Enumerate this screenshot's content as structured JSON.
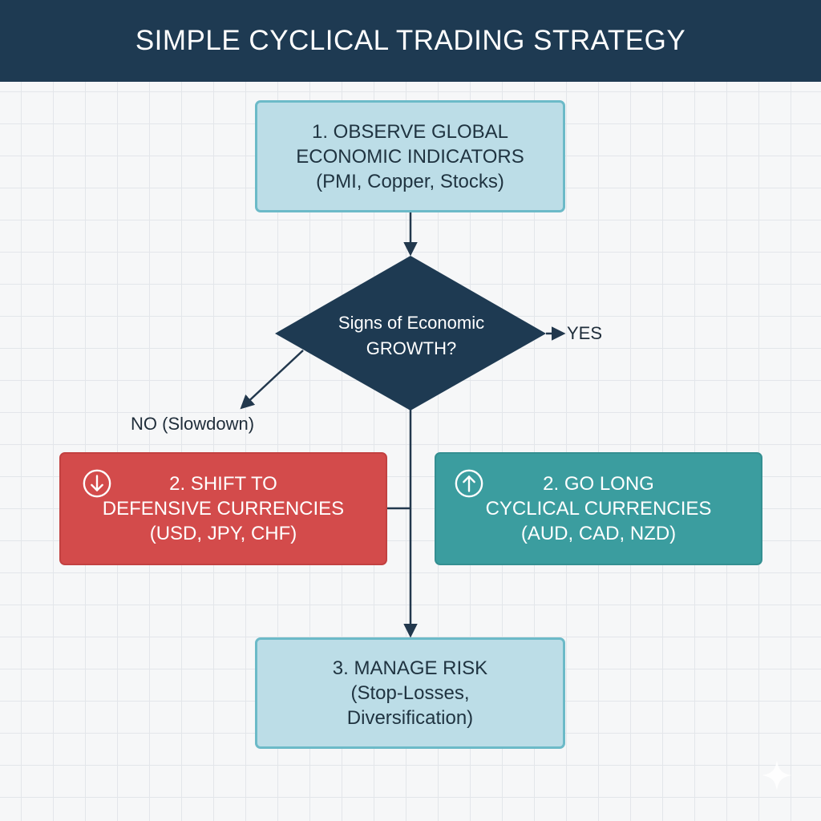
{
  "title": "SIMPLE CYCLICAL TRADING STRATEGY",
  "colors": {
    "header": "#1e3a52",
    "decision": "#1e3a52",
    "light_box_fill": "#bcdde7",
    "light_box_border": "#6cbac8",
    "defensive": "#d34b4b",
    "cyclical": "#3b9d9f",
    "connector": "#22384d"
  },
  "steps": {
    "observe": {
      "lines": [
        "1. OBSERVE GLOBAL",
        "ECONOMIC INDICATORS",
        "(PMI, Copper, Stocks)"
      ]
    },
    "decision": {
      "lines": [
        "Signs of Economic",
        "GROWTH?"
      ],
      "yes_label": "YES",
      "no_label": "NO (Slowdown)"
    },
    "defensive": {
      "icon": "arrow-down-circle-icon",
      "lines": [
        "2. SHIFT TO",
        "DEFENSIVE CURRENCIES",
        "(USD, JPY, CHF)"
      ]
    },
    "cyclical": {
      "icon": "arrow-up-circle-icon",
      "lines": [
        "2. GO LONG",
        "CYCLICAL CURRENCIES",
        "(AUD, CAD, NZD)"
      ]
    },
    "risk": {
      "lines": [
        "3. MANAGE RISK",
        "(Stop-Losses,",
        "Diversification)"
      ]
    }
  },
  "watermark_icon": "sparkle-icon"
}
